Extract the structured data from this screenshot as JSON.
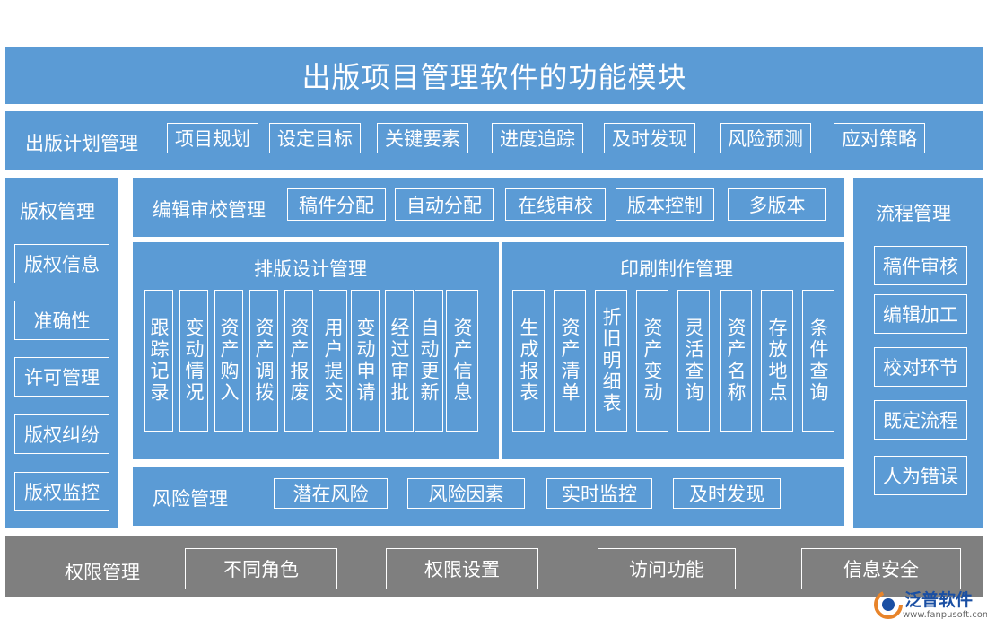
{
  "title": "出版项目管理软件的功能模块",
  "plan": {
    "label": "出版计划管理",
    "items": [
      "项目规划",
      "设定目标",
      "关键要素",
      "进度追踪",
      "及时发现",
      "风险预测",
      "应对策略"
    ]
  },
  "copyright": {
    "label": "版权管理",
    "items": [
      "版权信息",
      "准确性",
      "许可管理",
      "版权纠纷",
      "版权监控"
    ]
  },
  "editing": {
    "label": "编辑审校管理",
    "items": [
      "稿件分配",
      "自动分配",
      "在线审校",
      "版本控制",
      "多版本"
    ]
  },
  "process": {
    "label": "流程管理",
    "items": [
      "稿件审核",
      "编辑加工",
      "校对环节",
      "既定流程",
      "人为错误"
    ]
  },
  "layout": {
    "label": "排版设计管理",
    "items": [
      "跟踪记录",
      "变动情况",
      "资产购入",
      "资产调拨",
      "资产报废",
      "用户提交",
      "变动申请",
      "经过审批",
      "自动更新",
      "资产信息"
    ]
  },
  "printing": {
    "label": "印刷制作管理",
    "items": [
      "生成报表",
      "资产清单",
      "折旧明细表",
      "资产变动",
      "灵活查询",
      "资产名称",
      "存放地点",
      "条件查询"
    ]
  },
  "risk": {
    "label": "风险管理",
    "items": [
      "潜在风险",
      "风险因素",
      "实时监控",
      "及时发现"
    ]
  },
  "permission": {
    "label": "权限管理",
    "items": [
      "不同角色",
      "权限设置",
      "访问功能",
      "信息安全"
    ]
  },
  "logo": {
    "name": "泛普软件",
    "url": "www.fanpusoft.com"
  }
}
